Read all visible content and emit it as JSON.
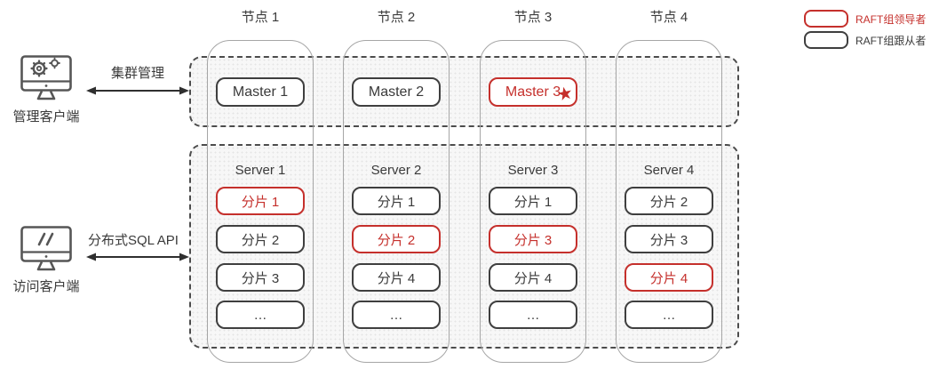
{
  "colors": {
    "leader_red": "#c5302c",
    "follower_dark": "#3f3f3f",
    "pill_gray": "#a6a6a6",
    "dashed_border": "#4c4c4c"
  },
  "icons": {
    "leader_star": "★"
  },
  "legend": {
    "items": [
      {
        "label": "RAFT组领导者",
        "role": "leader"
      },
      {
        "label": "RAFT组跟从者",
        "role": "follower"
      }
    ]
  },
  "clients": {
    "admin": {
      "label": "管理客户端",
      "icon": "monitor-gear-icon",
      "link_label": "集群管理"
    },
    "access": {
      "label": "访问客户端",
      "icon": "monitor-code-icon",
      "link_label": "分布式SQL API"
    }
  },
  "nodes": [
    {
      "label": "节点 1",
      "master": {
        "label": "Master 1",
        "leader": false
      },
      "server": {
        "label": "Server 1",
        "shards": [
          {
            "label": "分片 1",
            "leader": true
          },
          {
            "label": "分片 2",
            "leader": false
          },
          {
            "label": "分片 3",
            "leader": false
          },
          {
            "label": "…",
            "leader": false
          }
        ]
      }
    },
    {
      "label": "节点 2",
      "master": {
        "label": "Master 2",
        "leader": false
      },
      "server": {
        "label": "Server 2",
        "shards": [
          {
            "label": "分片 1",
            "leader": false
          },
          {
            "label": "分片 2",
            "leader": true
          },
          {
            "label": "分片 4",
            "leader": false
          },
          {
            "label": "…",
            "leader": false
          }
        ]
      }
    },
    {
      "label": "节点 3",
      "master": {
        "label": "Master 3",
        "leader": true,
        "star": true
      },
      "server": {
        "label": "Server 3",
        "shards": [
          {
            "label": "分片 1",
            "leader": false
          },
          {
            "label": "分片 3",
            "leader": true
          },
          {
            "label": "分片 4",
            "leader": false
          },
          {
            "label": "…",
            "leader": false
          }
        ]
      }
    },
    {
      "label": "节点 4",
      "master": null,
      "server": {
        "label": "Server 4",
        "shards": [
          {
            "label": "分片 2",
            "leader": false
          },
          {
            "label": "分片 3",
            "leader": false
          },
          {
            "label": "分片 4",
            "leader": true
          },
          {
            "label": "…",
            "leader": false
          }
        ]
      }
    }
  ]
}
